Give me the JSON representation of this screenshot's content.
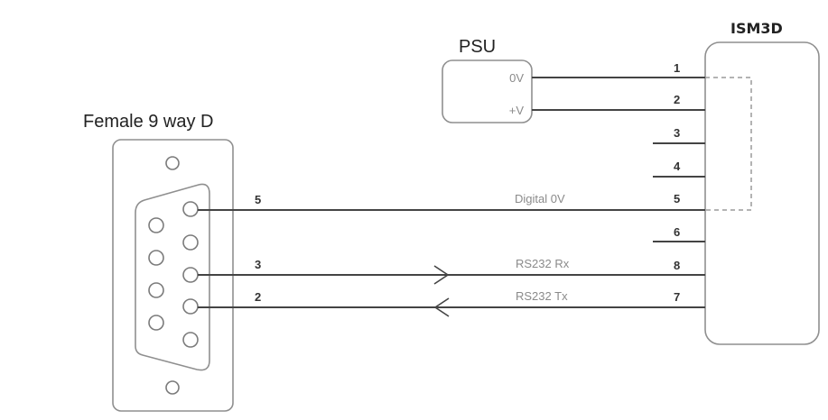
{
  "diagram": {
    "connector": {
      "title": "Female 9 way D"
    },
    "psu": {
      "title": "PSU",
      "terminals": [
        "0V",
        "+V"
      ]
    },
    "device": {
      "title": "ISM3D",
      "pins": [
        "1",
        "2",
        "3",
        "4",
        "5",
        "6",
        "8",
        "7"
      ]
    },
    "connections": [
      {
        "d_pin": "5",
        "signal": "Digital 0V",
        "device_pin": "5",
        "direction": "none"
      },
      {
        "d_pin": "3",
        "signal": "RS232 Rx",
        "device_pin": "8",
        "direction": "to-device"
      },
      {
        "d_pin": "2",
        "signal": "RS232 Tx",
        "device_pin": "7",
        "direction": "to-connector"
      }
    ],
    "psu_connections": [
      {
        "terminal": "0V",
        "device_pin": "1"
      },
      {
        "terminal": "+V",
        "device_pin": "2"
      }
    ],
    "note": "Device pins 1 and 5 linked internally (dashed)"
  }
}
